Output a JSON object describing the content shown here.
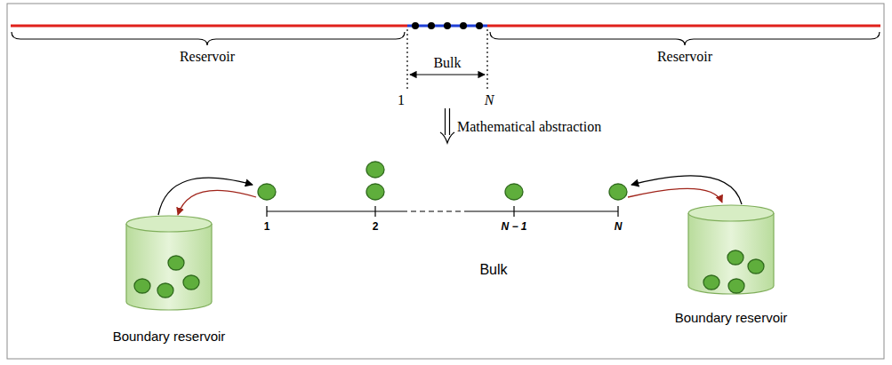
{
  "diagram": {
    "labels": [
      "Reservoir",
      "Bulk",
      "Reservoir",
      "1",
      "N",
      "Mathematical abstraction",
      "1",
      "2",
      "N − 1",
      "N",
      "Bulk",
      "Boundary reservoir",
      "Boundary reservoir"
    ]
  }
}
